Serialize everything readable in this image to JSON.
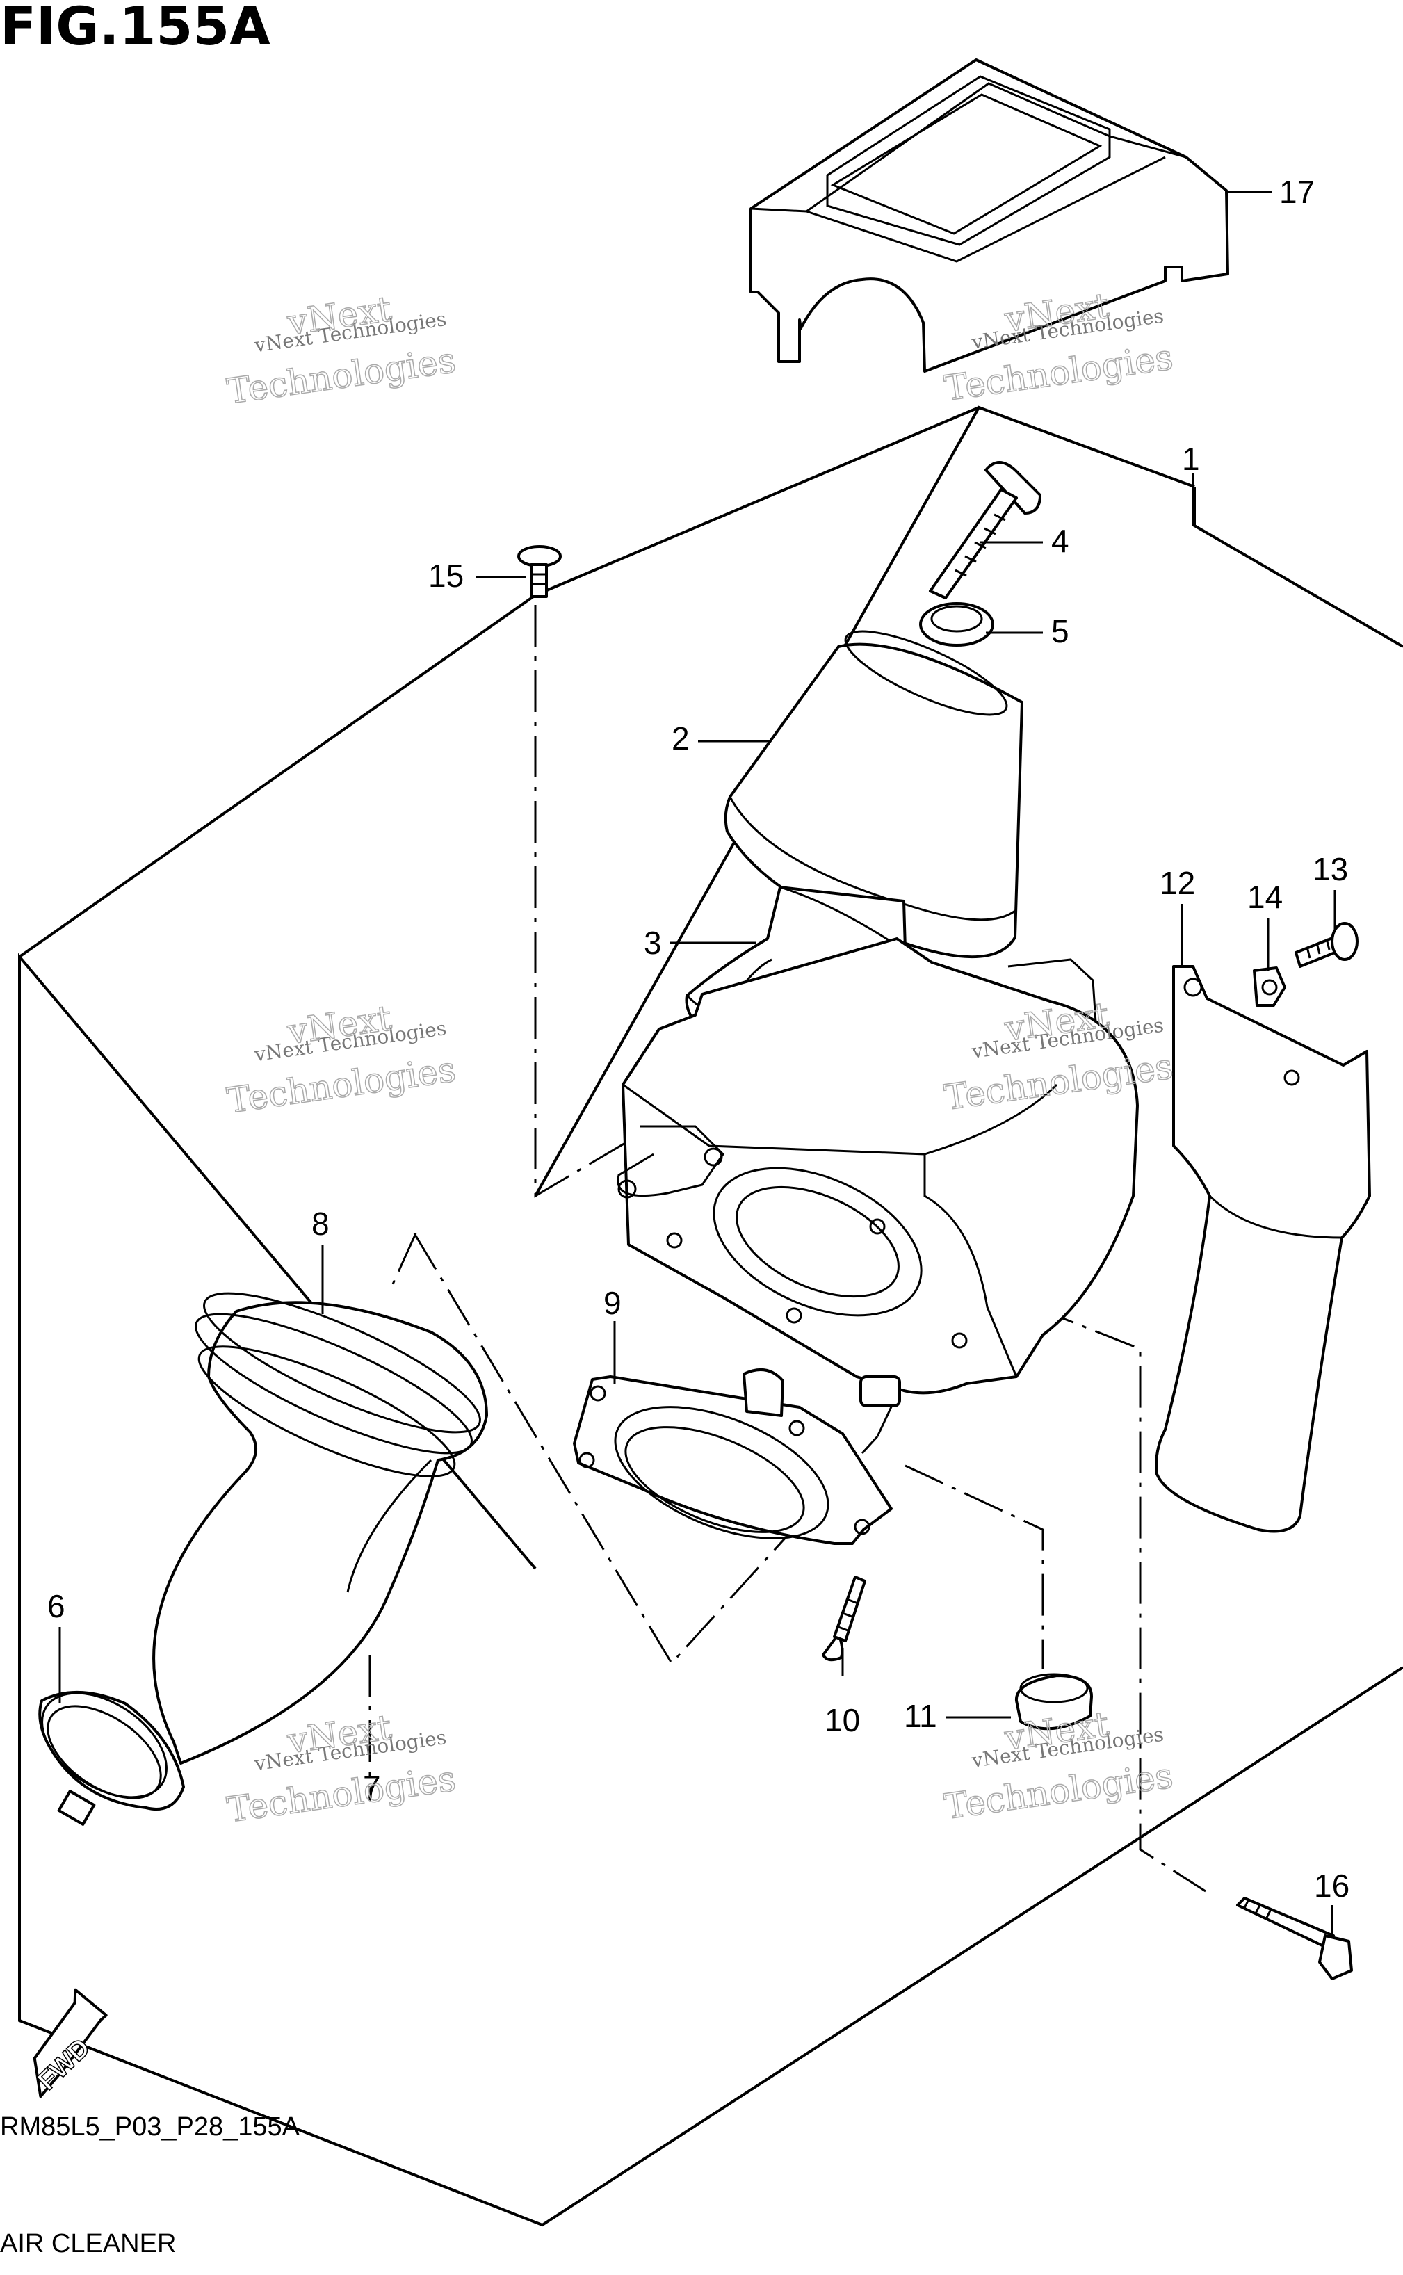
{
  "figure": {
    "title": "FIG.155A",
    "drawing_code": "RM85L5_P03_P28_155A",
    "section_name": "AIR CLEANER"
  },
  "fwd_label": "FWD",
  "watermarks": [
    {
      "line1": "vNext Technologies",
      "line2": "vNext",
      "line3": "Technologies"
    },
    {
      "line1": "vNext Technologies",
      "line2": "vNext",
      "line3": "Technologies"
    },
    {
      "line1": "vNext Technologies",
      "line2": "vNext",
      "line3": "Technologies"
    },
    {
      "line1": "vNext Technologies",
      "line2": "vNext",
      "line3": "Technologies"
    },
    {
      "line1": "vNext Technologies",
      "line2": "vNext",
      "line3": "Technologies"
    },
    {
      "line1": "vNext Technologies",
      "line2": "vNext",
      "line3": "Technologies"
    }
  ],
  "callouts": [
    {
      "number": "1"
    },
    {
      "number": "2"
    },
    {
      "number": "3"
    },
    {
      "number": "4"
    },
    {
      "number": "5"
    },
    {
      "number": "6"
    },
    {
      "number": "7"
    },
    {
      "number": "8"
    },
    {
      "number": "9"
    },
    {
      "number": "10"
    },
    {
      "number": "11"
    },
    {
      "number": "12"
    },
    {
      "number": "13"
    },
    {
      "number": "14"
    },
    {
      "number": "15"
    },
    {
      "number": "16"
    },
    {
      "number": "17"
    }
  ]
}
